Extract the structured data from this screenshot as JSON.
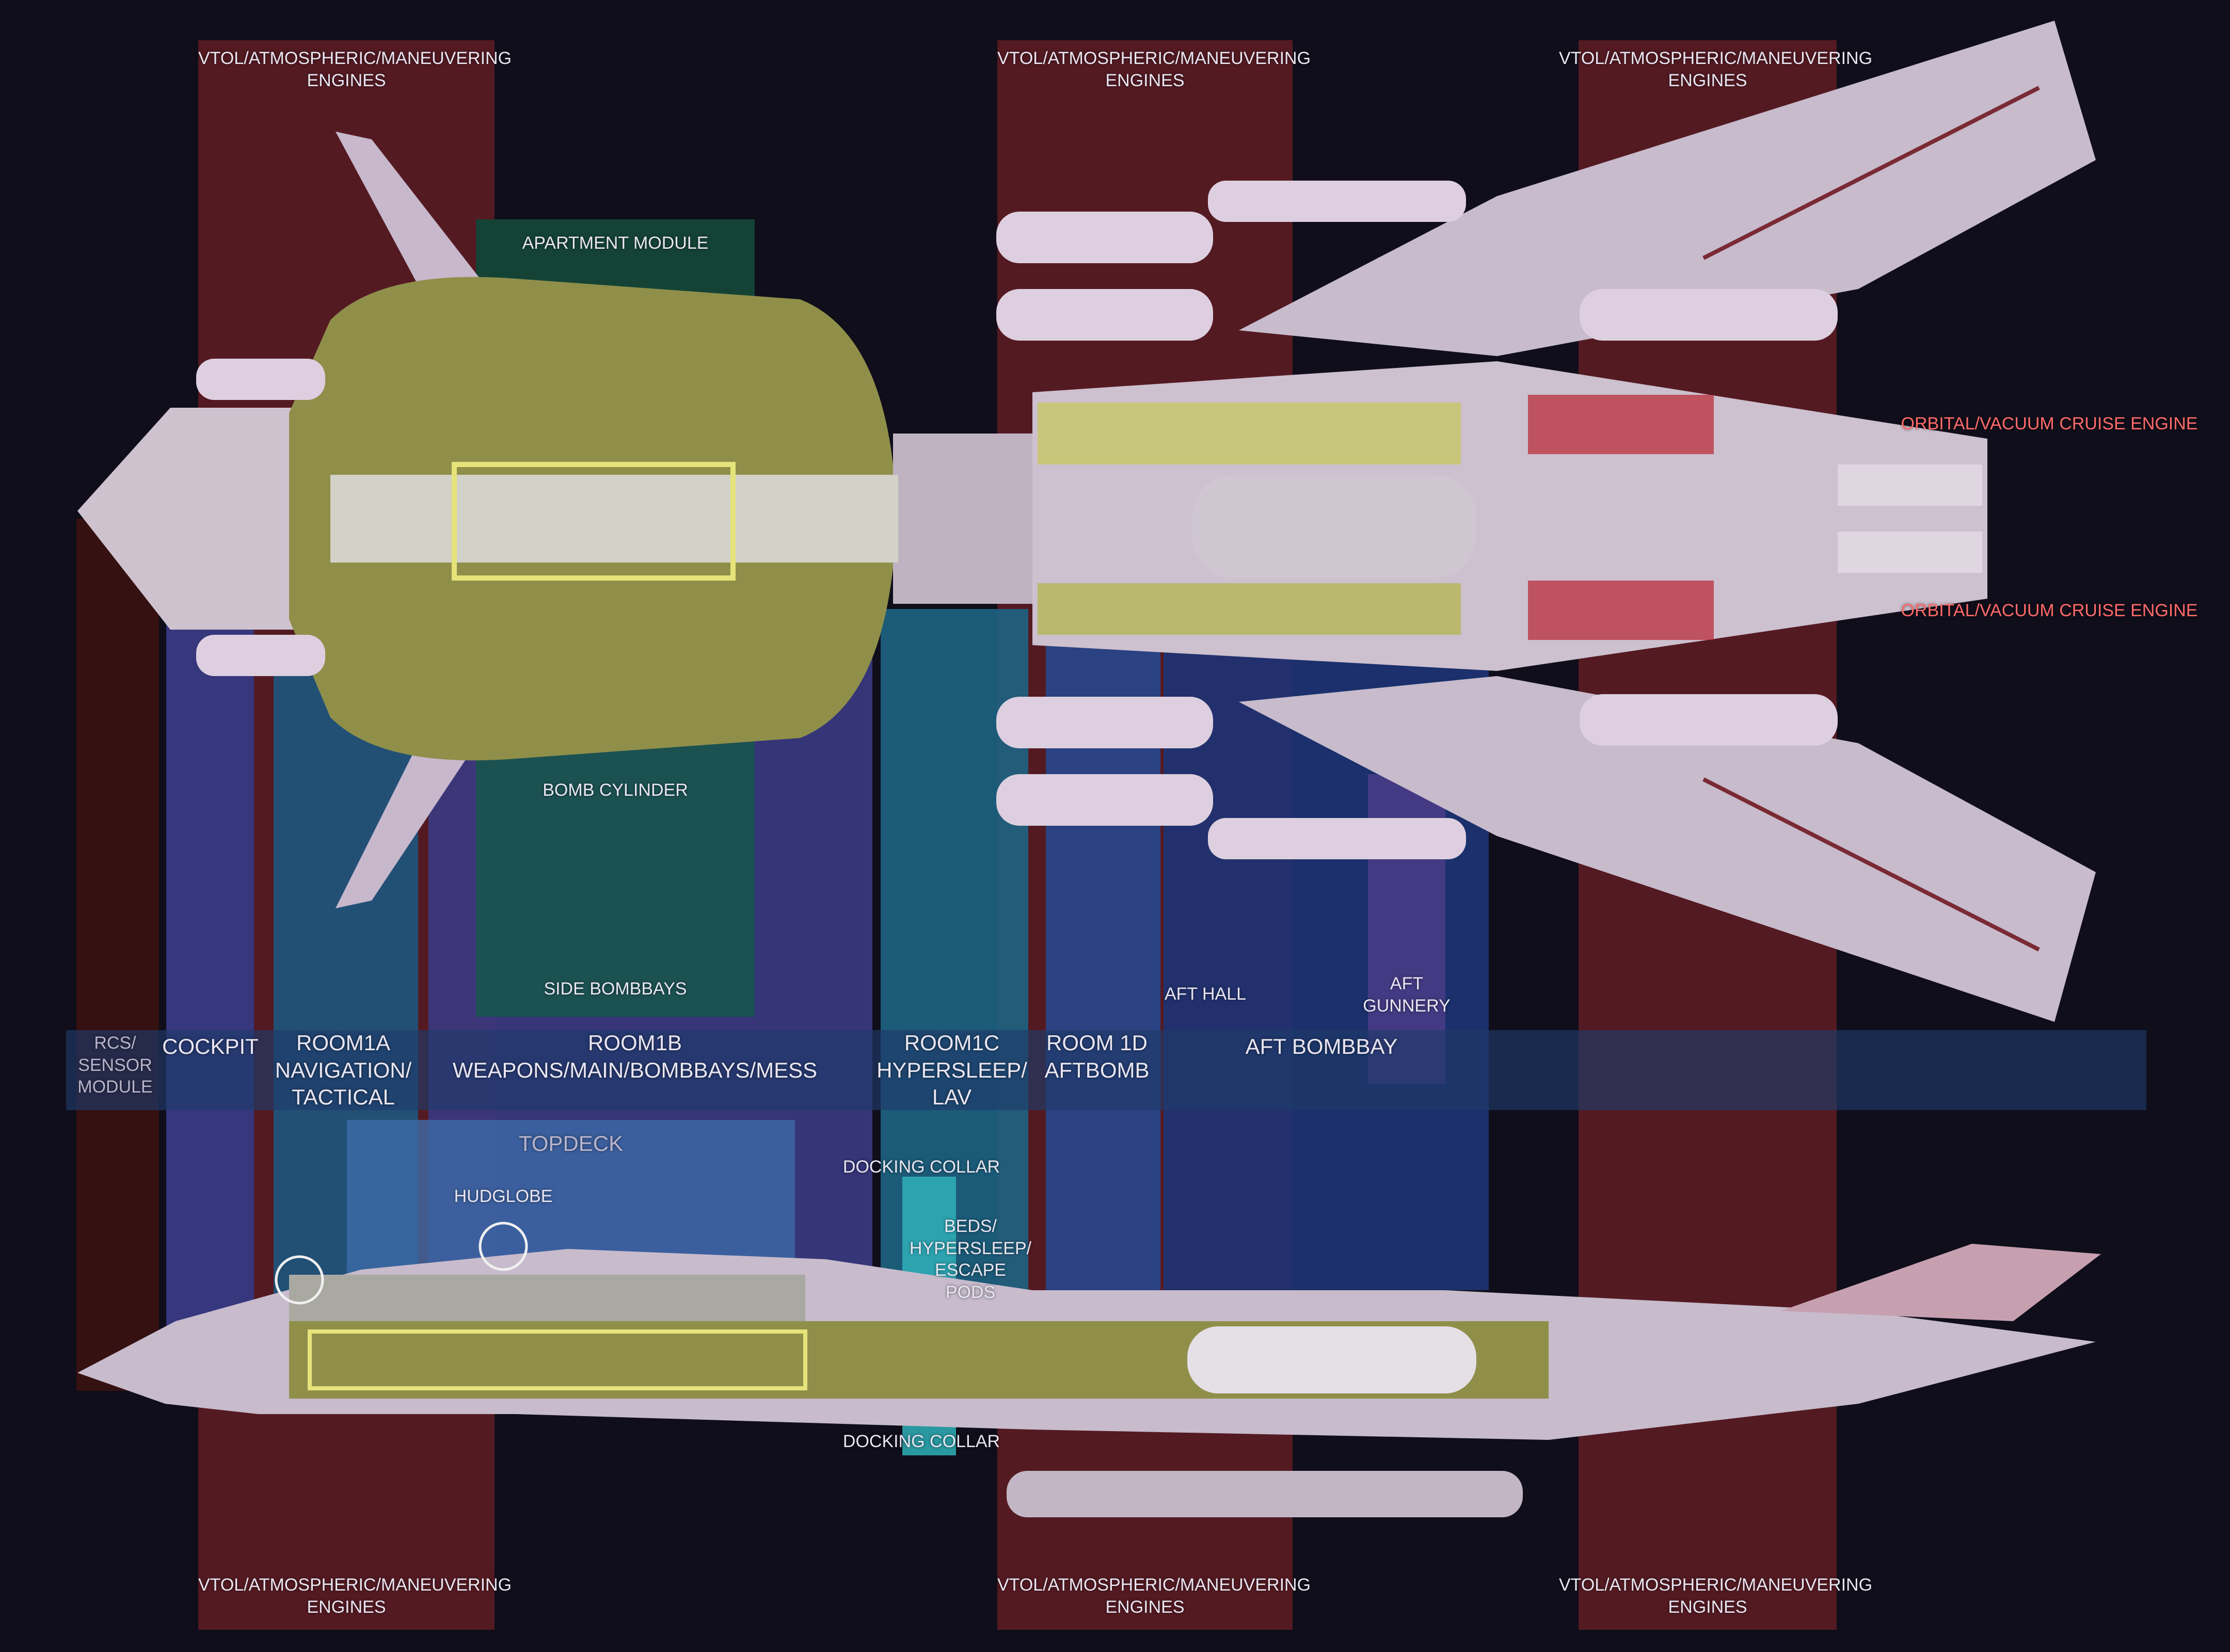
{
  "colors": {
    "background": "#0f0e1a",
    "vtol_band": "#6b1f26",
    "rcs_band": "#3a1212",
    "cockpit_band": "#3b3d8a",
    "room1a_band": "#1f5f8a",
    "room1b_band": "#3f3f8f",
    "room1c_band": "#1f6f8f",
    "room1d_band": "#2a4f9a",
    "aft_bombbay_band": "#1f3a80",
    "aft_gunnery_band": "#4a4090",
    "apartment_module": "#164a3a",
    "bomb_cylinder": "#1f5a5a",
    "topdeck": "#3d6aa8",
    "docking_collar": "#2fb0b8",
    "orbital_engine": "#b8242f",
    "hull": "#c9bccb",
    "interior": "#9a9a52",
    "deck_highlight": "#e6e37a"
  },
  "labels": {
    "vtol_top_1": "VTOL/ATMOSPHERIC/MANEUVERING ENGINES",
    "vtol_top_2": "VTOL/ATMOSPHERIC/MANEUVERING ENGINES",
    "vtol_top_3": "VTOL/ATMOSPHERIC/MANEUVERING ENGINES",
    "vtol_bottom_1": "VTOL/ATMOSPHERIC/MANEUVERING ENGINES",
    "vtol_bottom_2": "VTOL/ATMOSPHERIC/MANEUVERING ENGINES",
    "vtol_bottom_3": "VTOL/ATMOSPHERIC/MANEUVERING ENGINES",
    "apartment_module": "APARTMENT MODULE",
    "bomb_cylinder": "BOMB CYLINDER",
    "side_bombbays": "SIDE BOMBBAYS",
    "orbital_engine_1": "ORBITAL/VACUUM CRUISE ENGINE",
    "orbital_engine_2": "ORBITAL/VACUUM CRUISE ENGINE",
    "aft_hall": "AFT HALL",
    "aft_gunnery": "AFT GUNNERY",
    "rcs_sensor_module": "RCS/ SENSOR MODULE",
    "cockpit": "COCKPIT",
    "room1a": "ROOM1A NAVIGATION/ TACTICAL",
    "room1b": "ROOM1B WEAPONS/MAIN/BOMBBAYS/MESS",
    "room1c": "ROOM1C HYPERSLEEP/ LAV",
    "room1d": "ROOM 1D AFTBOMB",
    "aft_bombbay": "AFT BOMBBAY",
    "topdeck": "TOPDECK",
    "hudglobe": "HUDGLOBE",
    "docking_collar_top": "DOCKING COLLAR",
    "docking_collar_bottom": "DOCKING COLLAR",
    "beds_escape_pods": "BEDS/ HYPERSLEEP/ ESCAPE PODS"
  }
}
